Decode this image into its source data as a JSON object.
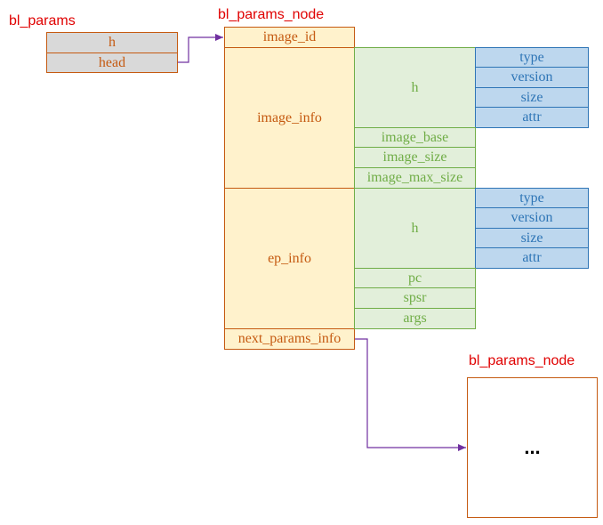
{
  "bl_params": {
    "title": "bl_params",
    "fields": [
      "h",
      "head"
    ]
  },
  "node": {
    "title": "bl_params_node",
    "image_id": "image_id",
    "image_info": {
      "label": "image_info",
      "h": "h",
      "header_fields": [
        "type",
        "version",
        "size",
        "attr"
      ],
      "fields": [
        "image_base",
        "image_size",
        "image_max_size"
      ]
    },
    "ep_info": {
      "label": "ep_info",
      "h": "h",
      "header_fields": [
        "type",
        "version",
        "size",
        "attr"
      ],
      "fields": [
        "pc",
        "spsr",
        "args"
      ]
    },
    "next_params_info": "next_params_info"
  },
  "next_node": {
    "title": "bl_params_node",
    "content": "..."
  },
  "colors": {
    "title": "#e00000",
    "orange_border": "#c55a11",
    "orange_fill": "#fff2cc",
    "gray_fill": "#d9d9d9",
    "green_border": "#70ad47",
    "green_fill": "#e2efda",
    "blue_border": "#2e75b6",
    "blue_fill": "#bdd7ee",
    "arrow": "#7030a0"
  }
}
